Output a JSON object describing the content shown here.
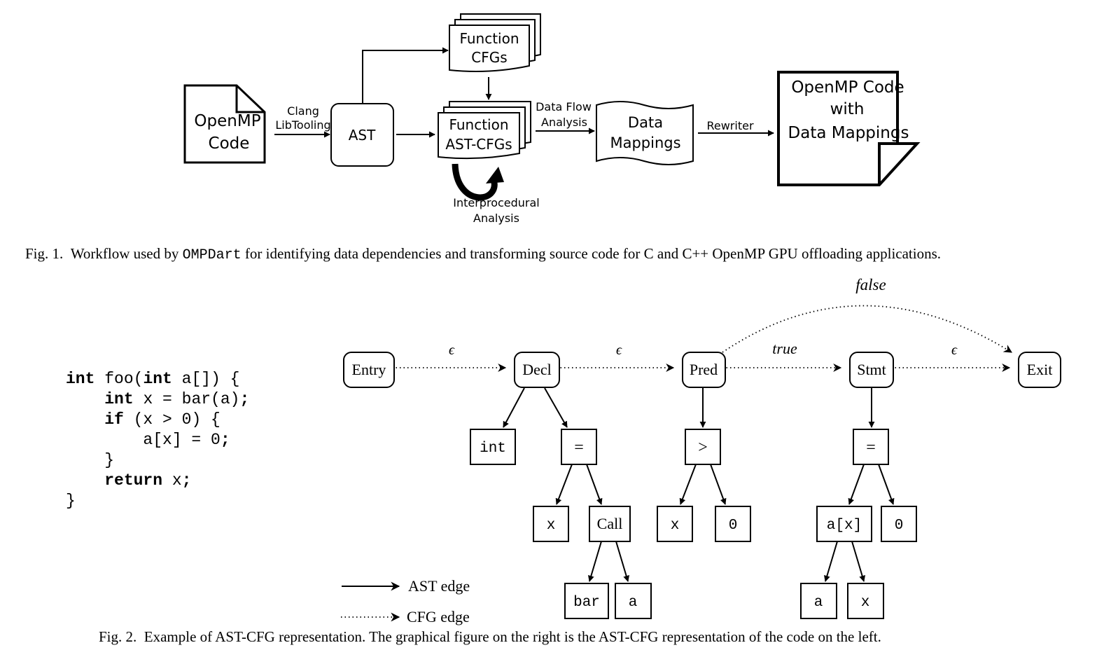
{
  "fig1": {
    "openmp_code": [
      "OpenMP",
      "Code"
    ],
    "clang_label": [
      "Clang",
      "LibTooling"
    ],
    "ast": "AST",
    "function_cfgs": [
      "Function",
      "CFGs"
    ],
    "function_ast_cfgs": [
      "Function",
      "AST-CFGs"
    ],
    "interprocedural": [
      "Interprocedural",
      "Analysis"
    ],
    "data_flow": [
      "Data Flow",
      "Analysis"
    ],
    "data_mappings": [
      "Data",
      "Mappings"
    ],
    "rewriter": "Rewriter",
    "output": [
      "OpenMP Code",
      "with",
      "Data Mappings"
    ],
    "caption_prefix": "Fig. 1.  Workflow used by ",
    "caption_tool": "OMPDart",
    "caption_suffix": " for identifying data dependencies and transforming source code for C and C++ OpenMP GPU offloading applications."
  },
  "fig2": {
    "code_lines": [
      [
        {
          "t": "int",
          "b": true
        },
        {
          "t": " foo("
        },
        {
          "t": "int",
          "b": true
        },
        {
          "t": " a[]) {"
        }
      ],
      [
        {
          "t": "    "
        },
        {
          "t": "int",
          "b": true
        },
        {
          "t": " x = bar(a)"
        },
        {
          "t": ";",
          "b": true
        }
      ],
      [
        {
          "t": "    "
        },
        {
          "t": "if",
          "b": true
        },
        {
          "t": " (x > 0) {"
        }
      ],
      [
        {
          "t": "        a[x] = 0"
        },
        {
          "t": ";",
          "b": true
        }
      ],
      [
        {
          "t": "    }"
        }
      ],
      [
        {
          "t": "    "
        },
        {
          "t": "return",
          "b": true
        },
        {
          "t": " x"
        },
        {
          "t": ";",
          "b": true
        }
      ],
      [
        {
          "t": "}"
        }
      ]
    ],
    "cfg_nodes": {
      "entry": "Entry",
      "decl": "Decl",
      "pred": "Pred",
      "stmt": "Stmt",
      "exit": "Exit"
    },
    "ast_nodes": {
      "decl_int": "int",
      "decl_eq": "=",
      "decl_x": "x",
      "decl_call": "Call",
      "call_bar": "bar",
      "call_a": "a",
      "pred_gt": ">",
      "pred_x": "x",
      "pred_zero": "0",
      "stmt_eq": "=",
      "stmt_ax": "a[x]",
      "stmt_zero": "0",
      "stmt_a": "a",
      "stmt_x": "x"
    },
    "edge_labels": {
      "entry_decl": "ϵ",
      "decl_pred": "ϵ",
      "pred_stmt": "true",
      "stmt_exit": "ϵ",
      "pred_exit": "false"
    },
    "legend": {
      "ast_edge": "AST edge",
      "cfg_edge": "CFG edge"
    },
    "caption": "Fig. 2.  Example of AST-CFG representation. The graphical figure on the right is the AST-CFG representation of the code on the left."
  }
}
